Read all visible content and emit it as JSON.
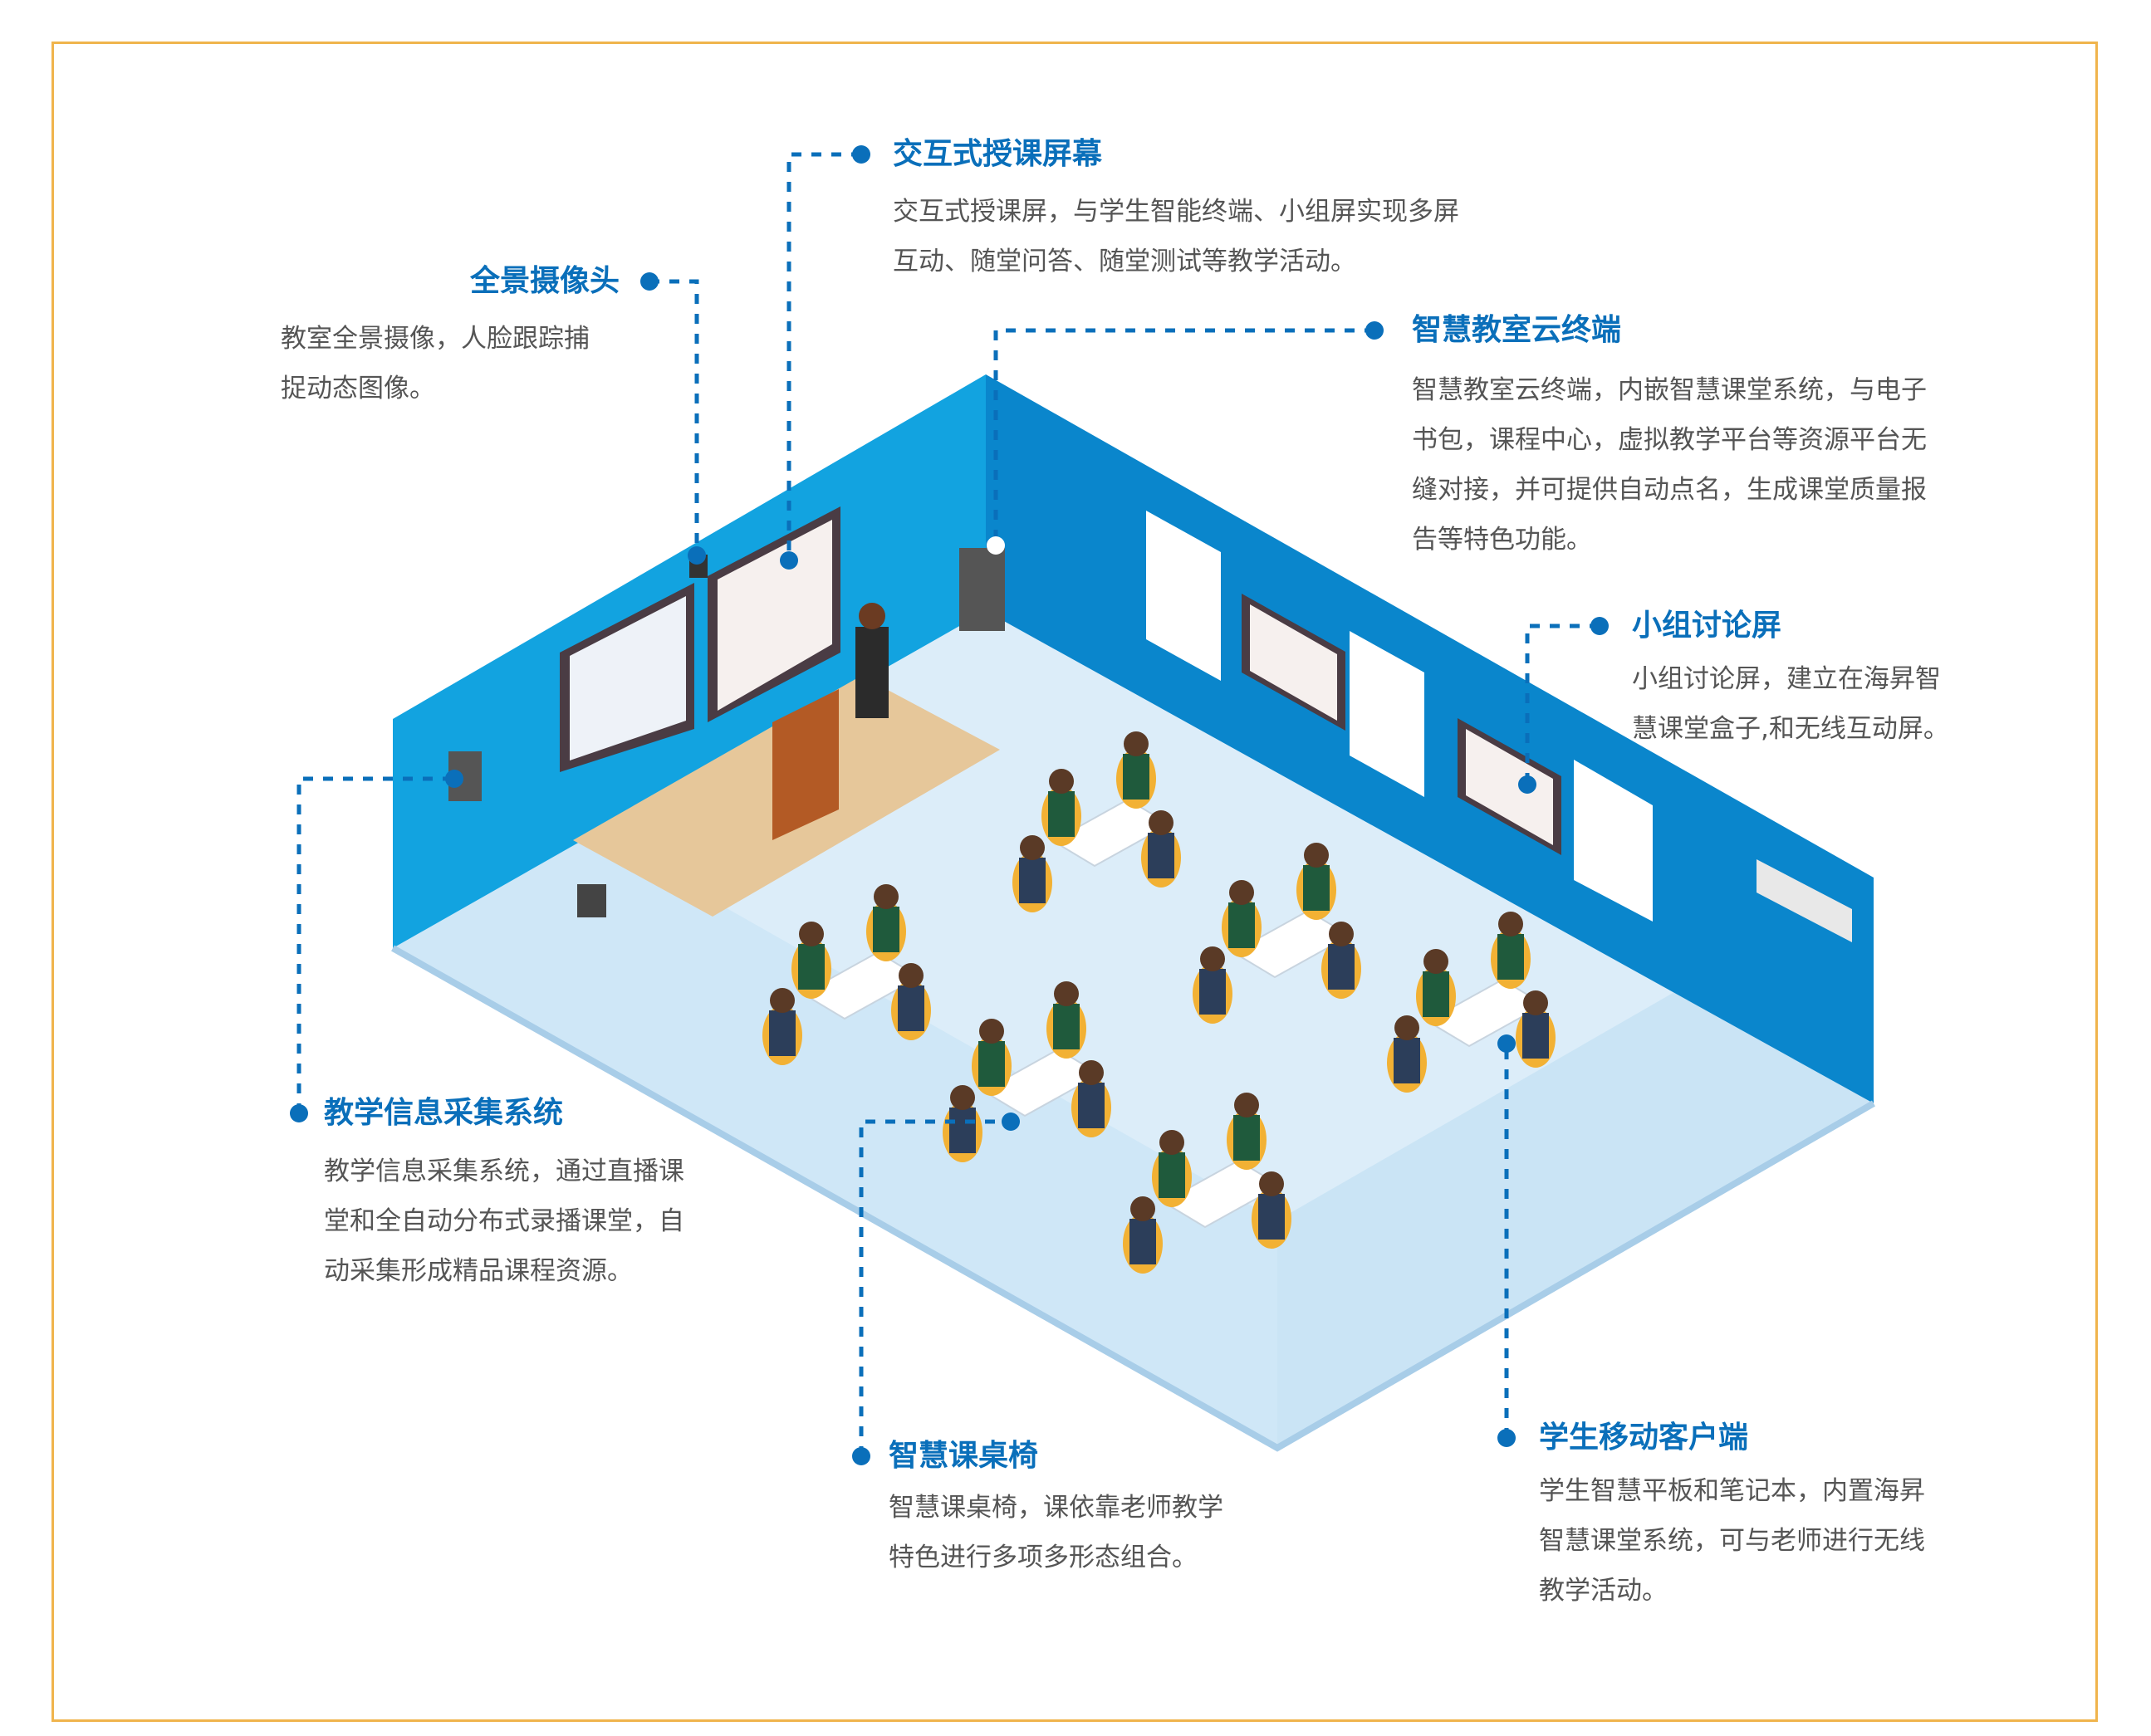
{
  "callouts": {
    "screen": {
      "title": "交互式授课屏幕",
      "lines": [
        "交互式授课屏，与学生智能终端、小组屏实现多屏",
        "互动、随堂问答、随堂测试等教学活动。"
      ]
    },
    "camera": {
      "title": "全景摄像头",
      "lines": [
        "教室全景摄像，人脸跟踪捕",
        "捉动态图像。"
      ]
    },
    "cloud": {
      "title": "智慧教室云终端",
      "lines": [
        "智慧教室云终端，内嵌智慧课堂系统，与电子",
        "书包，课程中心，虚拟教学平台等资源平台无",
        "缝对接，并可提供自动点名，生成课堂质量报",
        "告等特色功能。"
      ]
    },
    "group": {
      "title": "小组讨论屏",
      "lines": [
        "小组讨论屏，建立在海昇智",
        "慧课堂盒子,和无线互动屏。"
      ]
    },
    "collect": {
      "title": "教学信息采集系统",
      "lines": [
        "教学信息采集系统，通过直播课",
        "堂和全自动分布式录播课堂，自",
        "动采集形成精品课程资源。"
      ]
    },
    "desk": {
      "title": "智慧课桌椅",
      "lines": [
        "智慧课桌椅，课依靠老师教学",
        "特色进行多项多形态组合。"
      ]
    },
    "mobile": {
      "title": "学生移动客户端",
      "lines": [
        "学生智慧平板和笔记本，内置海昇",
        "智慧课堂系统，可与老师进行无线",
        "教学活动。"
      ]
    }
  },
  "colors": {
    "accent": "#0a6fba",
    "frame": "#f0b44c",
    "wall": "#0a8fd4",
    "floor": "#dcedf9"
  }
}
